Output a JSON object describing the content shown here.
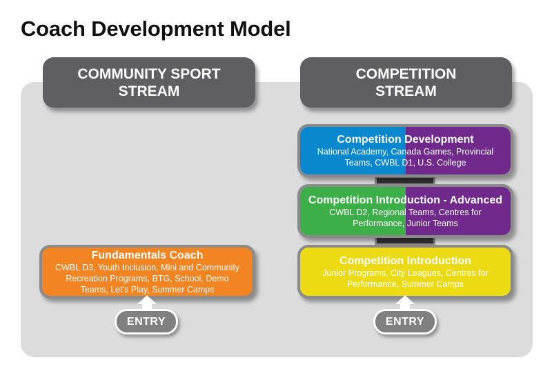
{
  "title": "Coach Development Model",
  "colors": {
    "panel": "#dcdcdc",
    "header": "#5f5f61",
    "blue": "#0a88cf",
    "purple": "#702a8c",
    "green": "#3daf48",
    "yellow": "#ecdb13",
    "orange": "#f28422",
    "entry": "#808080"
  },
  "streams": {
    "community": {
      "header_line1": "COMMUNITY SPORT",
      "header_line2": "STREAM",
      "levels": [
        {
          "title": "Fundamentals Coach",
          "description": "CWBL D3, Youth Inclusion, Mini and Community Recreation Programs, BTG, School, Demo Teams, Let’s Play, Summer Camps"
        }
      ],
      "entry_label": "ENTRY"
    },
    "competition": {
      "header_line1": "COMPETITION",
      "header_line2": "STREAM",
      "levels": [
        {
          "title": "Competition Development",
          "description": "National Academy, Canada Games, Provincial Teams, CWBL D1, U.S. College"
        },
        {
          "title": "Competition Introduction - Advanced",
          "description": "CWBL D2, Regional Teams, Centres for Performance, Junior Teams"
        },
        {
          "title": "Competition Introduction",
          "description": "Junior Programs, City Leagues, Centres for Performance, Summer Camps"
        }
      ],
      "entry_label": "ENTRY"
    }
  }
}
